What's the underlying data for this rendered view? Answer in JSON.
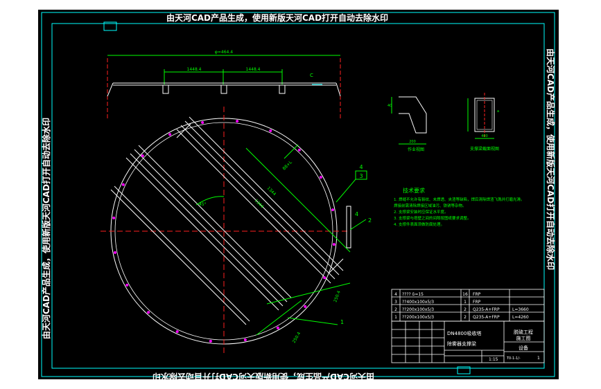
{
  "watermark": {
    "text": "由天河CAD产品生成，使用新版天河CAD打开自动去除水印"
  },
  "dimensions": {
    "overall": "φ=464.4",
    "span_left": "1448.4",
    "span_right": "1448.4",
    "clearance": "C",
    "diag_upper_1": "88+L",
    "diag_upper_2": "1344",
    "diag_upper_3": "1344",
    "angle": "45°",
    "lower_1": "250.4",
    "lower_2": "250.4"
  },
  "details": {
    "left_caption": "作业视图",
    "right_caption": "支撑梁截面视图",
    "left_dim": "40",
    "right_dim": "a",
    "left_bottom_dim": "200",
    "right_bottom_dim": "400"
  },
  "balloons": {
    "b1": "1",
    "b2": "2",
    "b3": "3",
    "b4": "4",
    "b4_alt": "4"
  },
  "notes": {
    "title": "技术要求",
    "lines": [
      "1. 焊缝不允许有裂纹、未焊透、夹渣等缺陷，焊后清除焊渣飞溅并打磨光滑。",
      "   焊接前需清除焊接区域油污、铁锈等杂物。",
      "2. 支撑梁安装时应保证水平度。",
      "3. 支撑梁与塔壁之间的间隙按图纸要求调整。",
      "4. 支撑件表面须做防腐处理。"
    ]
  },
  "bom": {
    "rows": [
      {
        "no": "4",
        "code": "????  δ=15",
        "qty": "16",
        "material": "FRP",
        "remark": ""
      },
      {
        "no": "3",
        "code": "??400x100x5/3",
        "qty": "1",
        "material": "FRP",
        "remark": ""
      },
      {
        "no": "2",
        "code": "??200x100x5/3",
        "qty": "2",
        "material": "Q235-A+FRP",
        "remark": "L=3660"
      },
      {
        "no": "1",
        "code": "??200x100x5/3",
        "qty": "2",
        "material": "Q235-A+FRP",
        "remark": "L=4260"
      }
    ]
  },
  "title_block": {
    "drawing_name_1": "DN4800吸收塔",
    "drawing_name_2": "除雾器支撑梁",
    "company_1": "脱硫工程",
    "company_2": "施工图",
    "stage": "设备",
    "scale": "1:15",
    "sheet": "1",
    "code": "T0-1-1/-"
  },
  "colors": {
    "frame": "#00ffff",
    "ring": "#ffffff",
    "bolt": "#ff00ff",
    "centerline": "#ff2020",
    "dimension": "#00ff00",
    "watermark": "#ffffff",
    "balloon": "#00ff00"
  }
}
